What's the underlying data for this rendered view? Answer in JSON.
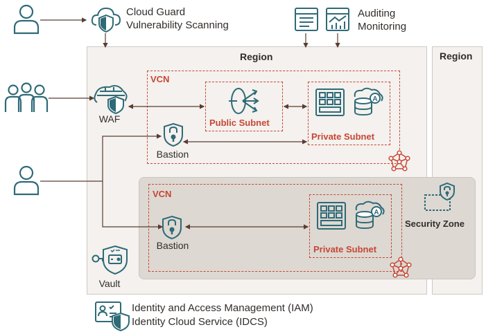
{
  "top": {
    "cloud_guard_line1": "Cloud Guard",
    "cloud_guard_line2": "Vulnerability Scanning",
    "auditing_line1": "Auditing",
    "auditing_line2": "Monitoring"
  },
  "regions": {
    "primary_label": "Region",
    "secondary_label": "Region"
  },
  "vcn_top": {
    "label": "VCN",
    "public_subnet": "Public Subnet",
    "private_subnet": "Private Subnet",
    "bastion": "Bastion"
  },
  "vcn_bottom": {
    "label": "VCN",
    "private_subnet": "Private Subnet",
    "bastion": "Bastion"
  },
  "left": {
    "waf": "WAF",
    "vault": "Vault"
  },
  "security_zone": "Security Zone",
  "bottom": {
    "iam_line1": "Identity and Access Management (IAM)",
    "iam_line2": "Identity Cloud Service (IDCS)"
  },
  "colors": {
    "accent": "#c74634",
    "icon": "#2e6a77",
    "region_bg": "#f4f1ee",
    "zone_bg": "#ddd8d2",
    "line": "#5a3c32"
  }
}
